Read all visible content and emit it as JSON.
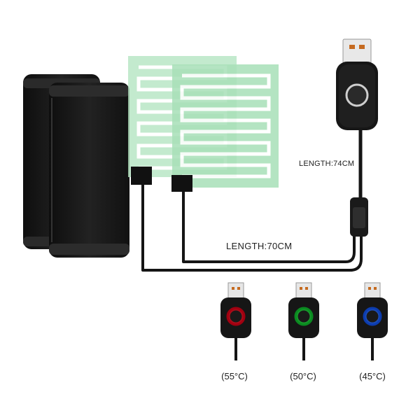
{
  "product": {
    "labels": {
      "usb_cable_length": "LENGTH:74CM",
      "split_cable_length": "LENGTH:70CM"
    },
    "temperature_modes": [
      {
        "label": "(55°C)",
        "led_color": "#e0202a"
      },
      {
        "label": "(50°C)",
        "led_color": "#22c83a"
      },
      {
        "label": "(45°C)",
        "led_color": "#1e6cf0"
      }
    ],
    "colors": {
      "background": "#ffffff",
      "pad_fabric": "#1a1a1a",
      "cable": "#151515",
      "heating_element": "#a8e0b8",
      "heating_trace": "#ffffff"
    },
    "icons": [
      "usb-plug-icon",
      "power-button-icon",
      "led-ring-icon"
    ]
  }
}
